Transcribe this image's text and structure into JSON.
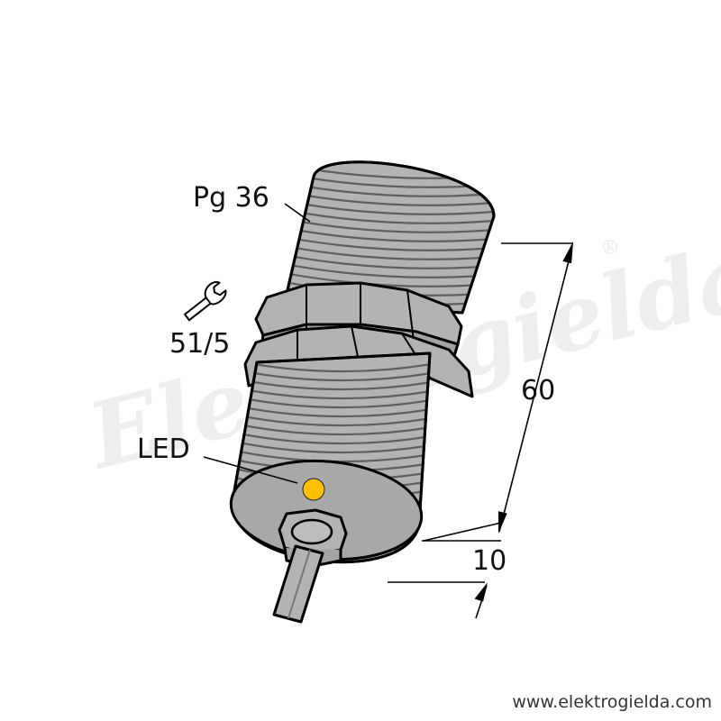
{
  "labels": {
    "thread": "Pg 36",
    "wrench_size": "51/5",
    "led": "LED",
    "length": "60",
    "tip_length": "10"
  },
  "watermark": {
    "text": "Elektrogielda",
    "registered": "®"
  },
  "footer": {
    "url": "www.elektrogielda.com"
  },
  "colors": {
    "body": "#b3b3b3",
    "thread_line": "#5e5e5e",
    "face": "#a8a8a8",
    "led": "#ffc000",
    "outline": "#000000"
  },
  "icons": {
    "wrench": "wrench-icon"
  }
}
